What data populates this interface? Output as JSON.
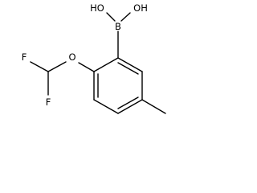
{
  "molecule": {
    "atoms": {
      "hydroxyl_left": "HO",
      "hydroxyl_right": "OH",
      "boron": "B",
      "ether_oxygen": "O",
      "fluorine_left": "F",
      "fluorine_bottom": "F"
    }
  }
}
